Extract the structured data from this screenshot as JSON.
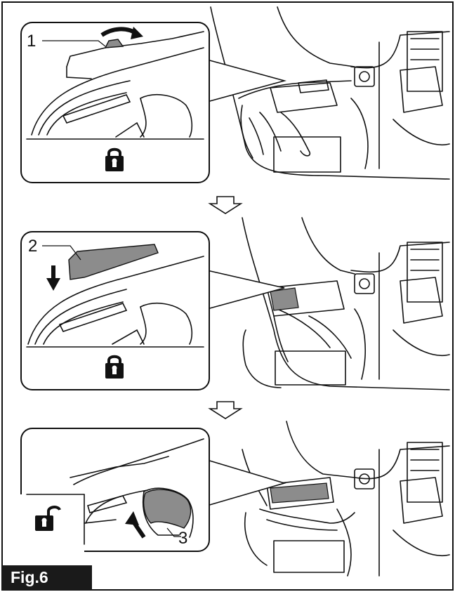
{
  "figure": {
    "label": "Fig.6",
    "callouts": [
      {
        "step": 1,
        "text": "1",
        "lock_state": "locked",
        "lock_icon": "lock-closed-icon",
        "motion": "curved-arrow-rotate-right"
      },
      {
        "step": 2,
        "text": "2",
        "lock_state": "locked",
        "lock_icon": "lock-closed-icon",
        "motion": "arrow-down"
      },
      {
        "step": 3,
        "text": "3",
        "lock_state": "unlocked",
        "lock_icon": "lock-open-icon",
        "motion": "arrow-up"
      }
    ],
    "between_arrows": [
      "down-arrow-icon",
      "down-arrow-icon"
    ],
    "colors": {
      "line": "#111111",
      "shaded_part": "#8c8c8c",
      "label_bg": "#1a1a1a",
      "label_text": "#ffffff"
    }
  }
}
